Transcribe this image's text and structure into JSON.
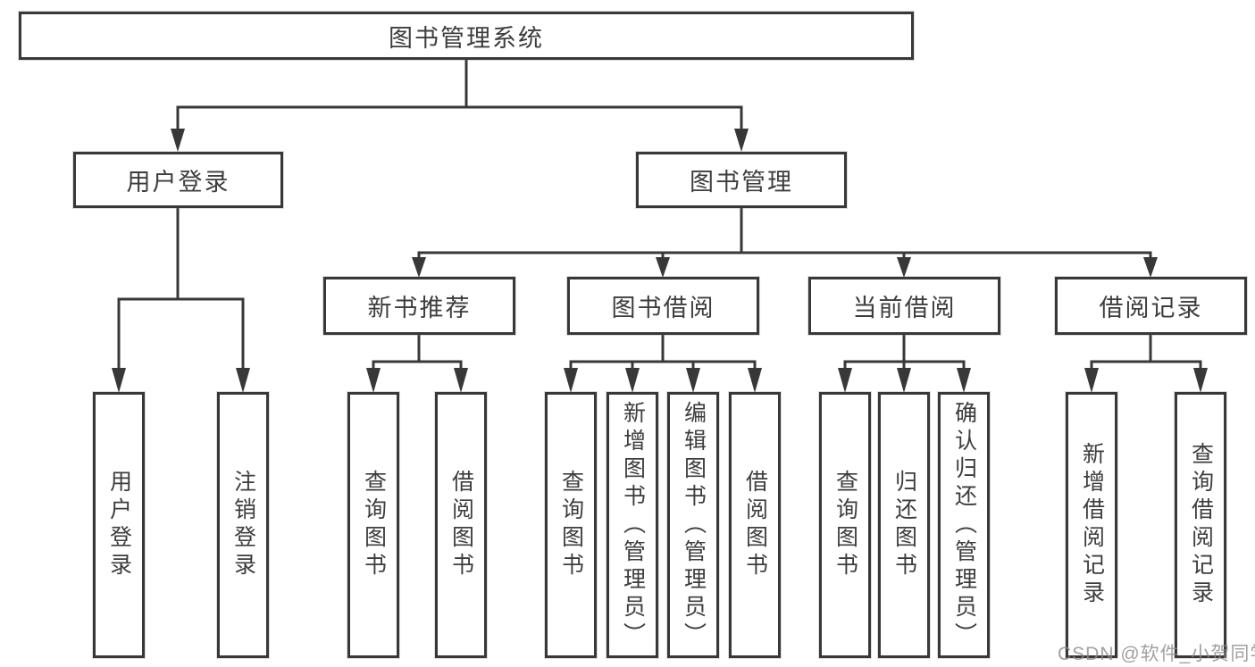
{
  "diagram": {
    "background": "#ffffff",
    "line_color": "#383838",
    "box_border_color": "#383838",
    "text_color": "#3d3d3d",
    "watermark": {
      "text": "CSDN @软件_小贺同学",
      "color": "#8c8c8c"
    },
    "nodes": {
      "root": "图书管理系统",
      "level2": {
        "user_login": "用户登录",
        "book_management": "图书管理"
      },
      "level3": {
        "new_book_recommend": "新书推荐",
        "book_borrow": "图书借阅",
        "current_borrow": "当前借阅",
        "borrow_records": "借阅记录"
      },
      "leaves": {
        "user_login": "用户登录",
        "logout": "注销登录",
        "nb_query_books": "查询图书",
        "nb_borrow_books": "借阅图书",
        "bb_query_books": "查询图书",
        "bb_add_books_admin": "新增图书（管理员）",
        "bb_edit_books_admin": "编辑图书（管理员）",
        "bb_borrow_books": "借阅图书",
        "cb_query_books": "查询图书",
        "cb_return_books": "归还图书",
        "cb_confirm_return_admin": "确认归还（管理员）",
        "br_add_record": "新增借阅记录",
        "br_query_record": "查询借阅记录"
      }
    }
  }
}
